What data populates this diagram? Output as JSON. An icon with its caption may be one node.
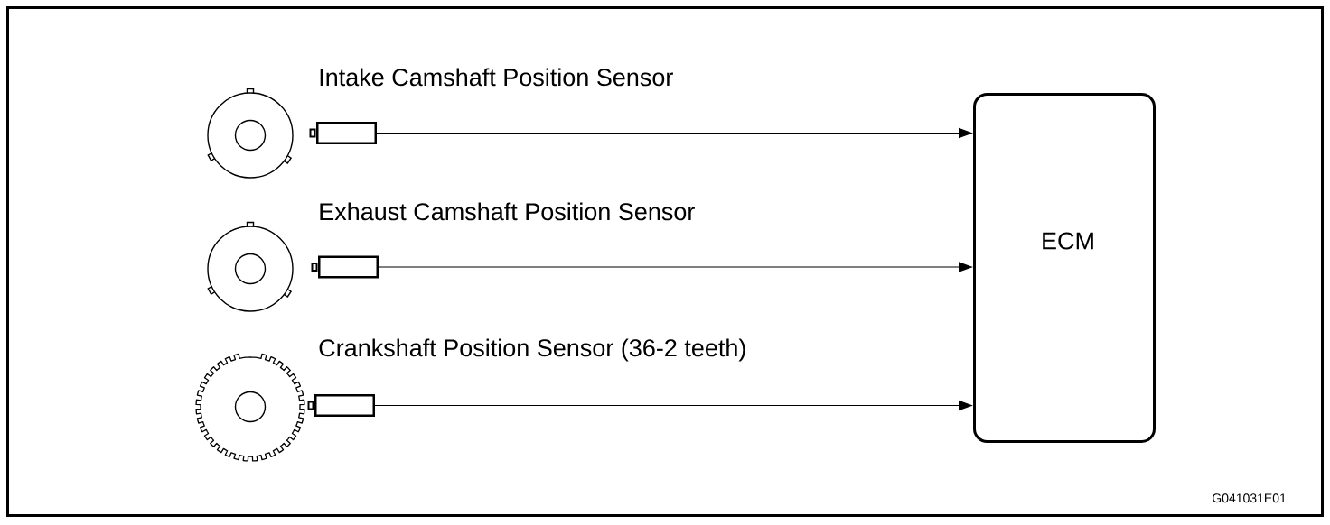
{
  "diagram": {
    "nodes": [
      {
        "text": [
          "Intake Camshaft Position Sensor"
        ]
      },
      {
        "text": [
          "Exhaust Camshaft Position Sensor"
        ]
      },
      {
        "text": [
          "Crankshaft Position Sensor (36-2 teeth)"
        ]
      },
      {
        "text": [
          "ECM"
        ]
      }
    ],
    "edges": [
      {
        "from": 0,
        "to": 3,
        "arrow": "to"
      },
      {
        "from": 1,
        "to": 3,
        "arrow": "to"
      },
      {
        "from": 2,
        "to": 3,
        "arrow": "to"
      }
    ],
    "labels": [
      "G041031E01"
    ]
  }
}
